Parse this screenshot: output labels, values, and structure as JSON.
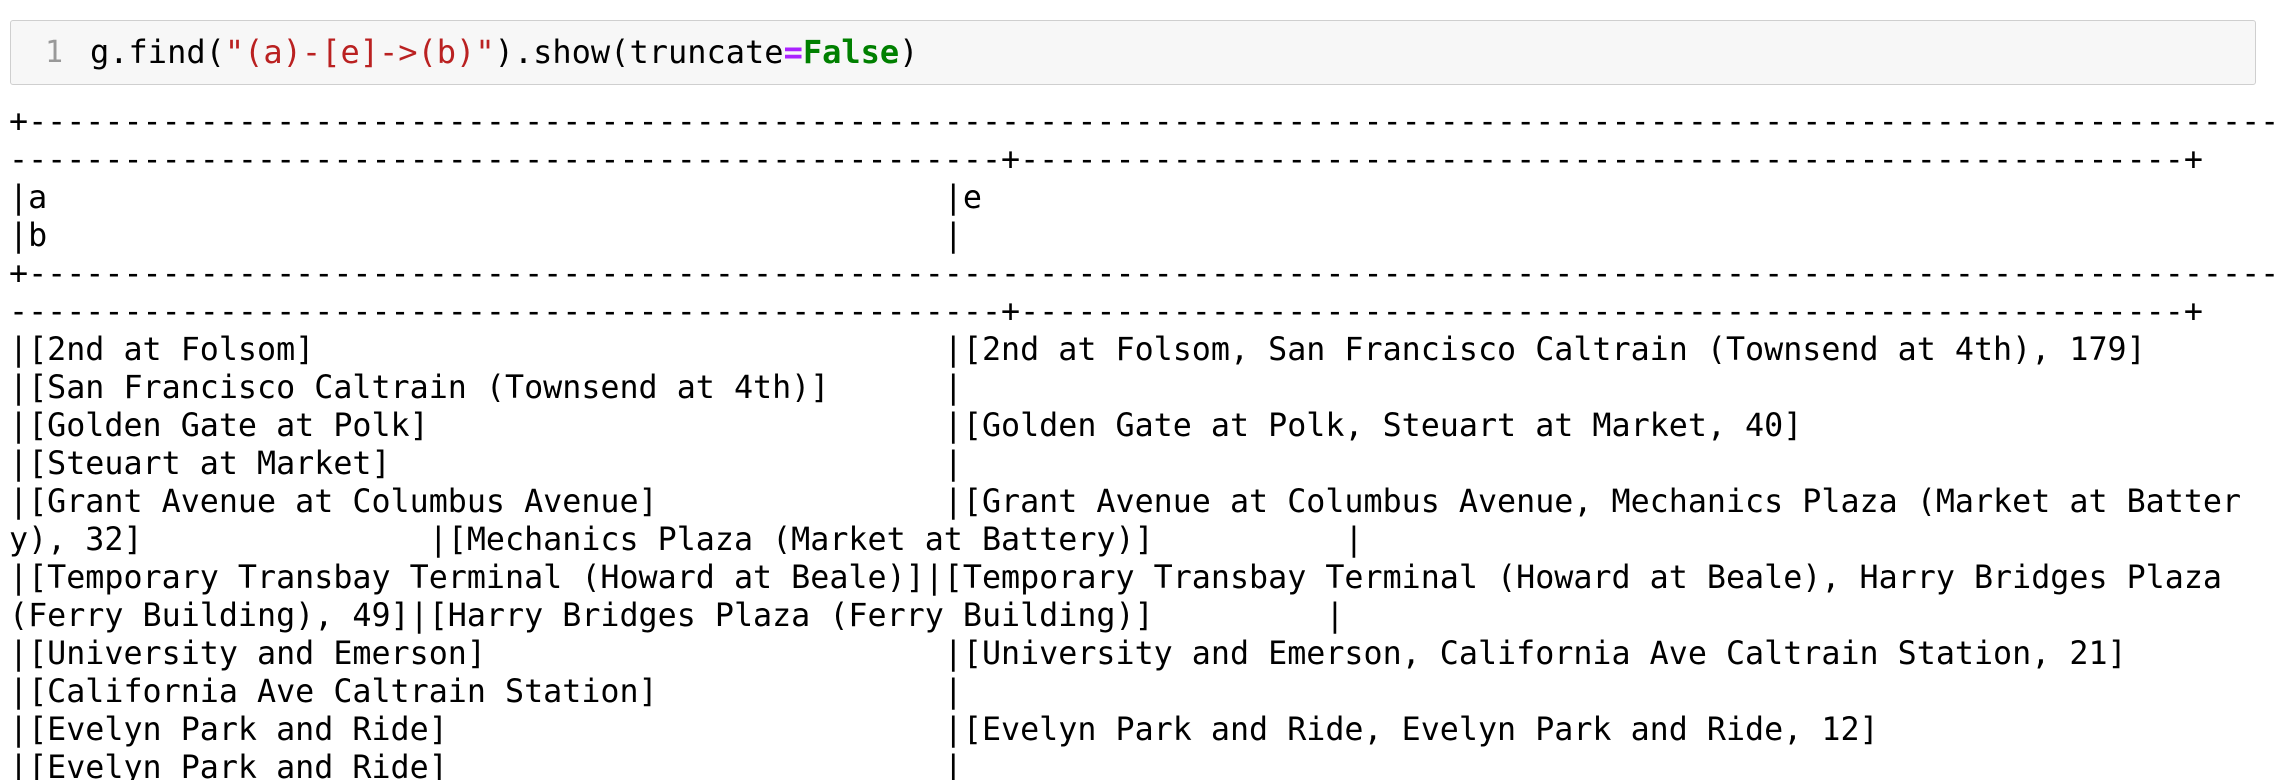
{
  "cell": {
    "line_number": "1",
    "code": {
      "prefix": "g.find(",
      "string": "\"(a)-[e]->(b)\"",
      "middle": ").show(truncate",
      "operator": "=",
      "keyword": "False",
      "suffix": ")"
    }
  },
  "output": {
    "lines": [
      "+----------------------------------------------------------------------------------------------------------------------------------------------+-----------------------------------------------------------------------------------------------------------------------------------------------------------------------------------------------------------------------------------+",
      "----------------------------------------------------+-------------------------------------------------------------+",
      "|a                                               |e",
      "|b                                               |",
      "+----------------------------------------------------------------------------------------------------------------------------------------------+-----------------------------------------------------------------------------------------------------------------------------------------------------------------------------------------------------------------------------------+",
      "----------------------------------------------------+-------------------------------------------------------------+",
      "|[2nd at Folsom]                                 |[2nd at Folsom, San Francisco Caltrain (Townsend at 4th), 179]",
      "|[San Francisco Caltrain (Townsend at 4th)]      |",
      "|[Golden Gate at Polk]                           |[Golden Gate at Polk, Steuart at Market, 40]",
      "|[Steuart at Market]                             |",
      "|[Grant Avenue at Columbus Avenue]               |[Grant Avenue at Columbus Avenue, Mechanics Plaza (Market at Batter",
      "y), 32]               |[Mechanics Plaza (Market at Battery)]          |",
      "|[Temporary Transbay Terminal (Howard at Beale)]|[Temporary Transbay Terminal (Howard at Beale), Harry Bridges Plaza",
      "(Ferry Building), 49]|[Harry Bridges Plaza (Ferry Building)]         |",
      "|[University and Emerson]                        |[University and Emerson, California Ave Caltrain Station, 21]",
      "|[California Ave Caltrain Station]               |",
      "|[Evelyn Park and Ride]                          |[Evelyn Park and Ride, Evelyn Park and Ride, 12]",
      "|[Evelyn Park and Ride]                          |"
    ]
  }
}
